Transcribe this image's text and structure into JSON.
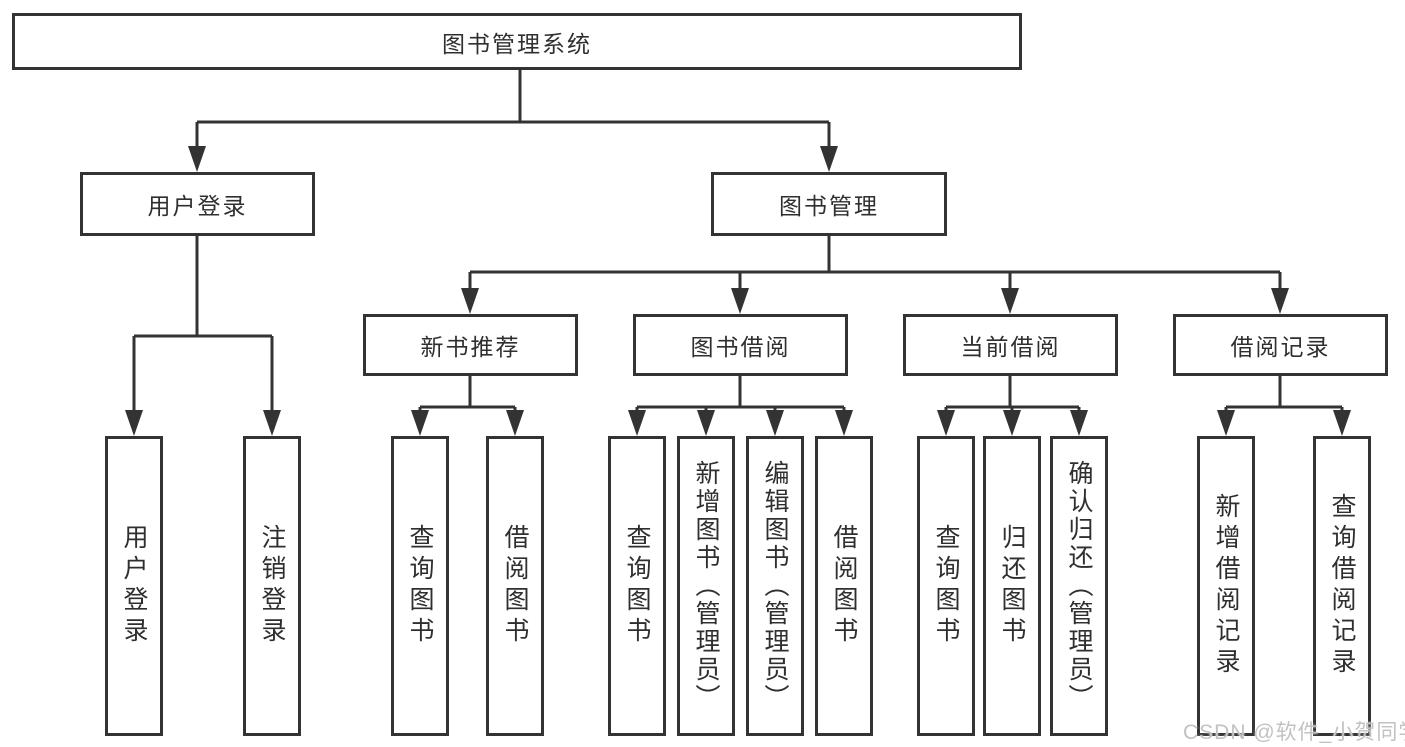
{
  "diagram": {
    "type": "hierarchy-tree",
    "tree": {
      "label": "图书管理系统",
      "children": [
        {
          "label": "用户登录",
          "children": [
            {
              "label": "用户登录"
            },
            {
              "label": "注销登录"
            }
          ]
        },
        {
          "label": "图书管理",
          "children": [
            {
              "label": "新书推荐",
              "children": [
                {
                  "label": "查询图书"
                },
                {
                  "label": "借阅图书"
                }
              ]
            },
            {
              "label": "图书借阅",
              "children": [
                {
                  "label": "查询图书"
                },
                {
                  "label": "新增图书（管理员）"
                },
                {
                  "label": "编辑图书（管理员）"
                },
                {
                  "label": "借阅图书"
                }
              ]
            },
            {
              "label": "当前借阅",
              "children": [
                {
                  "label": "查询图书"
                },
                {
                  "label": "归还图书"
                },
                {
                  "label": "确认归还（管理员）"
                }
              ]
            },
            {
              "label": "借阅记录",
              "children": [
                {
                  "label": "新增借阅记录"
                },
                {
                  "label": "查询借阅记录"
                }
              ]
            }
          ]
        }
      ]
    },
    "colors": {
      "stroke": "#333333",
      "text": "#2f2f2f",
      "background": "#ffffff",
      "watermark": "#c2c2c2"
    }
  },
  "watermark": {
    "text": "CSDN @软件_小贺同学"
  }
}
